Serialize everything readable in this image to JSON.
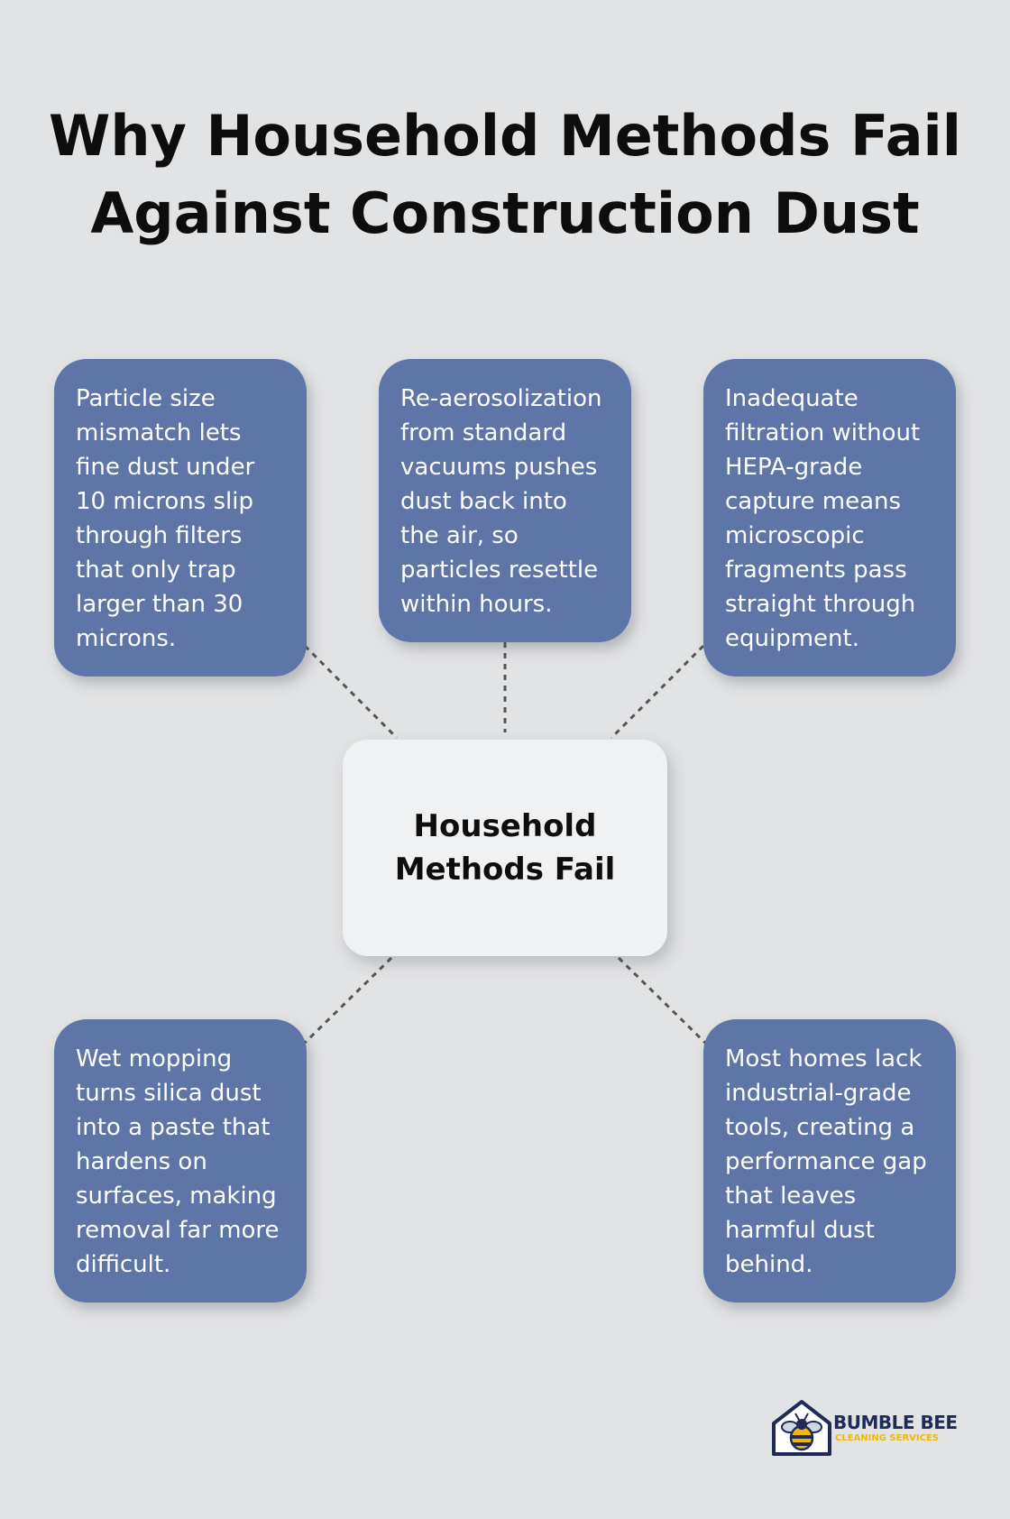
{
  "title": {
    "line1": "Why Household Methods Fail",
    "line2": "Against Construction Dust"
  },
  "center": {
    "line1": "Household",
    "line2": "Methods Fail"
  },
  "cards": [
    {
      "text": "Particle size mismatch lets fine dust under 10 microns slip through filters that only trap larger than 30 microns."
    },
    {
      "text": "Re-aerosolization from standard vacuums pushes dust back into the air, so particles resettle within hours."
    },
    {
      "text": "Inadequate filtration without HEPA-grade capture means microscopic fragments pass straight through equipment."
    },
    {
      "text": "Wet mopping turns silica dust into a paste that hardens on surfaces, making removal far more difficult."
    },
    {
      "text": "Most homes lack industrial-grade tools, creating a performance gap that leaves harmful dust behind."
    }
  ],
  "logo": {
    "name": "BUMBLE BEE",
    "tagline": "CLEANING SERVICES",
    "icon": "bee-house-icon"
  },
  "colors": {
    "background": "#e2e3e4",
    "card": "#5d76a7",
    "center": "#f0f1f2",
    "connector": "#555555",
    "logo_navy": "#1e2a5a",
    "logo_yellow": "#f2b705"
  }
}
